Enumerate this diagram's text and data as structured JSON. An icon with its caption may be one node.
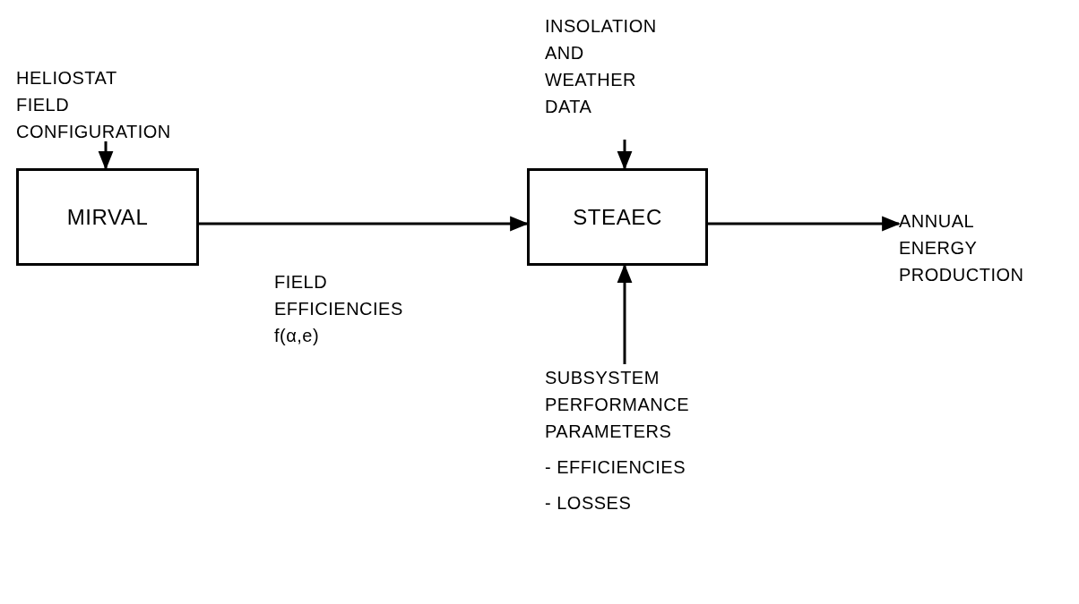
{
  "diagram": {
    "nodes": [
      {
        "text": [
          "HELIOSTAT FIELD CONFIGURATION"
        ]
      },
      {
        "text": [
          "MIRVAL"
        ]
      },
      {
        "text": [
          "INSOLATION AND WEATHER DATA"
        ]
      },
      {
        "text": [
          "STEAEC"
        ]
      },
      {
        "text": [
          "ANNUAL ENERGY PRODUCTION"
        ]
      },
      {
        "text": [
          "SUBSYSTEM PERFORMANCE PARAMETERS",
          "- EFFICIENCIES",
          "- LOSSES"
        ]
      }
    ],
    "edges": [
      {
        "from": 0,
        "to": 1,
        "arrow": "to"
      },
      {
        "from": 1,
        "to": 3,
        "arrow": "to",
        "label": "FIELD EFFICIENCIES f(α,e)"
      },
      {
        "from": 2,
        "to": 3,
        "arrow": "to"
      },
      {
        "from": 3,
        "to": 4,
        "arrow": "to"
      },
      {
        "from": 5,
        "to": 3,
        "arrow": "to"
      }
    ]
  }
}
